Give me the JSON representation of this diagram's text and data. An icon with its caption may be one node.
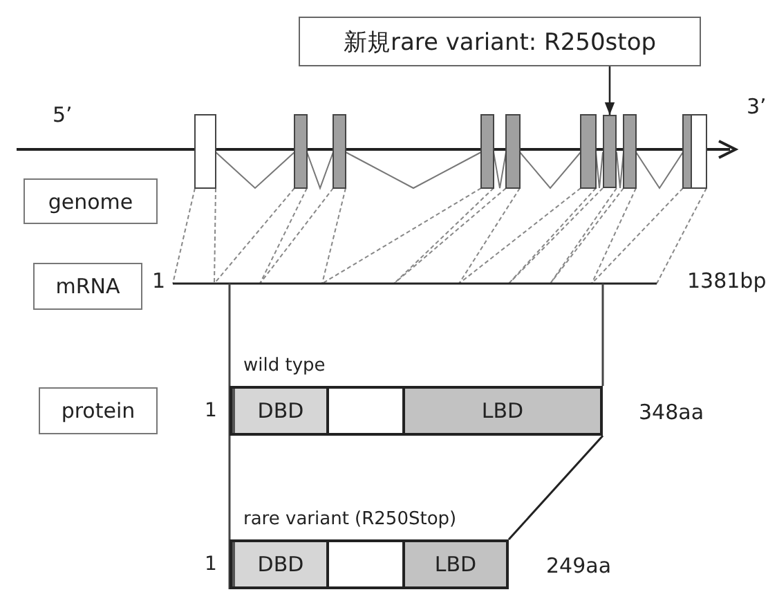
{
  "diagram": {
    "nodes": [
      {
        "text": [
          "新規rare variant: R250stop"
        ]
      },
      {
        "text": [],
        "shape": "bar"
      },
      {
        "text": [
          "genome"
        ]
      },
      {
        "text": [
          "mRNA"
        ]
      },
      {
        "text": [
          "protein"
        ]
      },
      {
        "text": [
          "wild type"
        ],
        "beside": [
          "1",
          "348aa"
        ]
      },
      {
        "text": [
          "DBD"
        ],
        "in": 5
      },
      {
        "text": [],
        "shape": "box",
        "in": 5
      },
      {
        "text": [
          "LBD"
        ],
        "in": 5
      },
      {
        "text": [
          "rare variant (R250Stop)"
        ],
        "beside": [
          "1",
          "249aa"
        ]
      },
      {
        "text": [
          "DBD"
        ],
        "in": 9
      },
      {
        "text": [],
        "shape": "box",
        "in": 9
      },
      {
        "text": [
          "LBD"
        ],
        "in": 9
      }
    ],
    "edges": [
      {
        "from": 0,
        "to": 1,
        "arrow": "to"
      }
    ],
    "labels": [
      "5’",
      "3’",
      "1",
      "1381bp"
    ]
  }
}
